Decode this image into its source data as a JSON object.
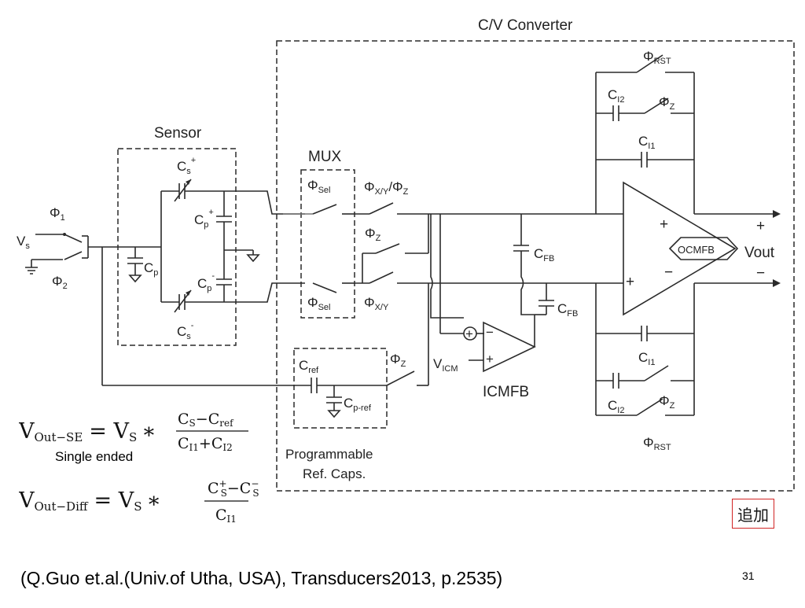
{
  "diagram": {
    "cv_title": "C/V Converter",
    "sensor_title": "Sensor",
    "mux_title": "MUX",
    "vs": "V",
    "vs_sub": "s",
    "phi1": "Φ",
    "phi1_sub": "1",
    "phi2": "Φ",
    "phi2_sub": "2",
    "cp_left": "C",
    "cp_left_sub": "p",
    "cs_top": "C",
    "cs_top_sub": "s",
    "cs_top_sup": "+",
    "cs_bot": "C",
    "cs_bot_sub": "s",
    "cs_bot_sup": "-",
    "cp_top": "C",
    "cp_top_sub": "p",
    "cp_top_sup": "+",
    "cp_bot": "C",
    "cp_bot_sub": "p",
    "cp_bot_sup": "-",
    "phi_sel_top": "Φ",
    "phi_sel_top_sub": "Sel",
    "phi_sel_bot": "Φ",
    "phi_sel_bot_sub": "Sel",
    "phi_xyz": "Φ",
    "phi_xyz_sub": "X/Y",
    "phi_xyz_mid": "/Φ",
    "phi_xyz_sub2": "Z",
    "phi_z_mid": "Φ",
    "phi_z_mid_sub": "Z",
    "phi_xy_bot": "Φ",
    "phi_xy_bot_sub": "X/Y",
    "cfb_top": "C",
    "cfb_top_sub": "FB",
    "cfb_bot": "C",
    "cfb_bot_sub": "FB",
    "phi_rst_top": "Φ",
    "phi_rst_top_sub": "RST",
    "ci2_top": "C",
    "ci2_top_sub": "I2",
    "phi_z_top": "Φ",
    "phi_z_top_sub": "Z",
    "ci1_top": "C",
    "ci1_top_sub": "I1",
    "ci1_bot": "C",
    "ci1_bot_sub": "I1",
    "ci2_bot": "C",
    "ci2_bot_sub": "I2",
    "phi_z_bot": "Φ",
    "phi_z_bot_sub": "Z",
    "phi_rst_bot": "Φ",
    "phi_rst_bot_sub": "RST",
    "ocmfb": "OCMFB",
    "vout": "Vout",
    "vout_plus": "+",
    "vout_minus": "−",
    "amp_plus_top": "+",
    "amp_minus_top": "−",
    "amp_plus_bot": "+",
    "amp_minus_bot": "−",
    "icmfb_label": "ICMFB",
    "vicm": "V",
    "vicm_sub": "ICM",
    "icmfb_minus": "−",
    "icmfb_plus": "+",
    "cref": "C",
    "cref_sub": "ref",
    "cp_ref": "C",
    "cp_ref_sub": "p-ref",
    "phi_z_ref": "Φ",
    "phi_z_ref_sub": "Z",
    "prog_line1": "Programmable",
    "prog_line2": "Ref. Caps."
  },
  "formulas": {
    "eq1_lhs": "V",
    "eq1_lhs_sub": "Out−SE",
    "eq1_eq": "= V",
    "eq1_vs_sub": "S",
    "eq1_star": "∗",
    "eq1_num": "C",
    "eq1_num_sub1": "S",
    "eq1_num_mid": "−C",
    "eq1_num_sub2": "ref",
    "eq1_den": "C",
    "eq1_den_sub1": "I1",
    "eq1_den_mid": "+C",
    "eq1_den_sub2": "I2",
    "single_ended": "Single ended",
    "eq2_lhs": "V",
    "eq2_lhs_sub": "Out−Diff",
    "eq2_eq": "= V",
    "eq2_vs_sub": "S",
    "eq2_star": "∗",
    "eq2_num": "C",
    "eq2_num_sub1": "S",
    "eq2_num_sup1": "+",
    "eq2_num_mid": "−C",
    "eq2_num_sub2": "S",
    "eq2_num_sup2": "−",
    "eq2_den": "C",
    "eq2_den_sub": "I1"
  },
  "tsuika": "追加",
  "citation": "(Q.Guo et.al.(Univ.of Utha, USA), Transducers2013, p.2535)",
  "page_number": "31",
  "colors": {
    "tsuika_border": "#d12424"
  }
}
